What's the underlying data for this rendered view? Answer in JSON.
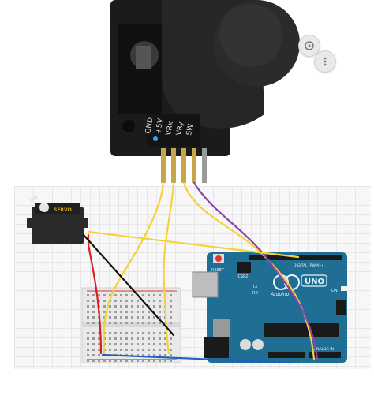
{
  "joystick": {
    "pins": [
      "GND",
      "+5V",
      "VRx",
      "VRy",
      "SW"
    ],
    "board_color": "#1b1b1b",
    "knob_color": "#2b2b2b"
  },
  "servo": {
    "label": "SERVO",
    "body_color": "#2a2a2a",
    "label_color": "#d4a21a"
  },
  "arduino": {
    "brand": "Arduino",
    "model": "UNO",
    "reset_label": "RESET",
    "icsp_label": "ICSP2",
    "tx_label": "TX",
    "rx_label": "RX",
    "on_label": "ON",
    "digital_label": "DIGITAL (PWM~)",
    "analog_label": "ANALOG IN",
    "board_color": "#1f6f95"
  },
  "wires": {
    "yellow": "#f6d23a",
    "purple": "#8e44ad",
    "red": "#d62020",
    "black": "#111111",
    "blue": "#1f5fbf"
  },
  "controls": {
    "pan_icon": "crosshair-icon",
    "more_icon": "more-icon"
  }
}
